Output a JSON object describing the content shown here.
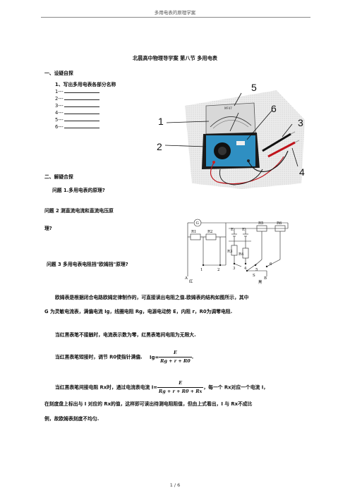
{
  "header": {
    "text": "多用电表的原理学案",
    "page_footer": "1 / 6"
  },
  "title": "北晨高中物理导学案    第八节    多用电表",
  "section1": {
    "heading": "一、设疑自探",
    "q1": "1、写出多用电表各部分名称",
    "items": [
      "1---",
      "2---",
      "3---",
      "4---",
      "5---",
      "6---"
    ]
  },
  "figure1": {
    "labels": [
      "1",
      "2",
      "3",
      "4",
      "5",
      "6"
    ],
    "dial_brand": "MF47"
  },
  "section2": {
    "heading": "二、解疑合探",
    "p1": "问题 1.多用电表的原理?",
    "p2a": "问题 2 测直流电流和直流电压原",
    "p2b": "理?",
    "p3": "问题 3 多用电表电阻挡\"欧姆挡\"原理?"
  },
  "circuit": {
    "labels": [
      "G",
      "R1",
      "R2",
      "E",
      "E'",
      "R5",
      "R6",
      "R3",
      "R4",
      "1",
      "2",
      "3",
      "4",
      "5",
      "6",
      "S",
      "A",
      "B",
      "红",
      "黑"
    ]
  },
  "body": {
    "line1": "欧姆表是根据闭合电路欧姆定律制作的，可直接读出电阻之值.欧姆表的结构如图所示，其中",
    "line2": "G 为灵敏电流表，满偏电流 Ig，线圈电阻 Rg，电源电动势 E，内阻 r，R0为调零电阻.",
    "line3": "当红黑表笔不接触时，电流表示数为零，红黑表笔间电阻为无限大.",
    "line4_pre": "当红黑表笔短接时，调节 R0使指针满偏.",
    "line4_eq": "Ig=",
    "frac1_num": "E",
    "frac1_den": "Rg + r + R0",
    "line5_pre": "当红黑表笔间接电阻 Rx时，通过电流表电流 I=",
    "frac2_num": "E",
    "frac2_den": "Rg + r + R0 + Rx",
    "line5_post": "，每一个 Rx对应一个电流 I，",
    "line6": "在刻度盘上标出与 I 对应的 Rx的值，这样即可读出待测电阻阻值，但由上式看出，I 与 Rx不成比",
    "line7": "例，故欧姆表刻度不均匀."
  }
}
